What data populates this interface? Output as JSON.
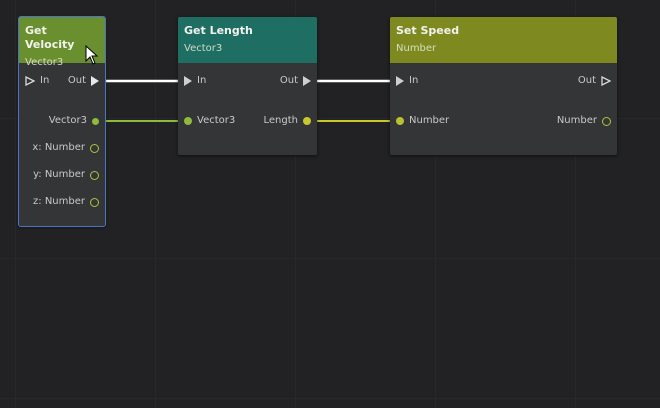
{
  "colors": {
    "canvas_bg": "#222224",
    "node_body": "#343537",
    "header_velocity": "#6a8f2e",
    "header_length": "#1f6e63",
    "header_speed": "#7e8a1f",
    "exec_wire": "#ffffff",
    "vector3_wire": "#8fba3c",
    "number_wire": "#c8c82a",
    "selection": "#4a74c9"
  },
  "nodes": [
    {
      "id": "get-velocity",
      "title": "Get Velocity",
      "subtitle": "Vector3",
      "selected": true,
      "exec_in": "In",
      "exec_out": "Out",
      "outputs": [
        "Vector3",
        "x: Number",
        "y: Number",
        "z: Number"
      ]
    },
    {
      "id": "get-length",
      "title": "Get Length",
      "subtitle": "Vector3",
      "selected": false,
      "exec_in": "In",
      "exec_out": "Out",
      "input": "Vector3",
      "output": "Length"
    },
    {
      "id": "set-speed",
      "title": "Set Speed",
      "subtitle": "Number",
      "selected": false,
      "exec_in": "In",
      "exec_out": "Out",
      "input": "Number",
      "output": "Number"
    }
  ],
  "connections": [
    {
      "from": "Get Velocity.Out",
      "to": "Get Length.In",
      "type": "exec"
    },
    {
      "from": "Get Length.Out",
      "to": "Set Speed.In",
      "type": "exec"
    },
    {
      "from": "Get Velocity.Vector3",
      "to": "Get Length.Vector3",
      "type": "vector3"
    },
    {
      "from": "Get Length.Length",
      "to": "Set Speed.Number",
      "type": "number"
    }
  ],
  "icons": {
    "exec_connected": "filled-triangle",
    "exec_unconnected": "outline-triangle",
    "data_connected": "filled-circle",
    "data_unconnected": "ring-circle",
    "cursor": "arrow-cursor"
  }
}
